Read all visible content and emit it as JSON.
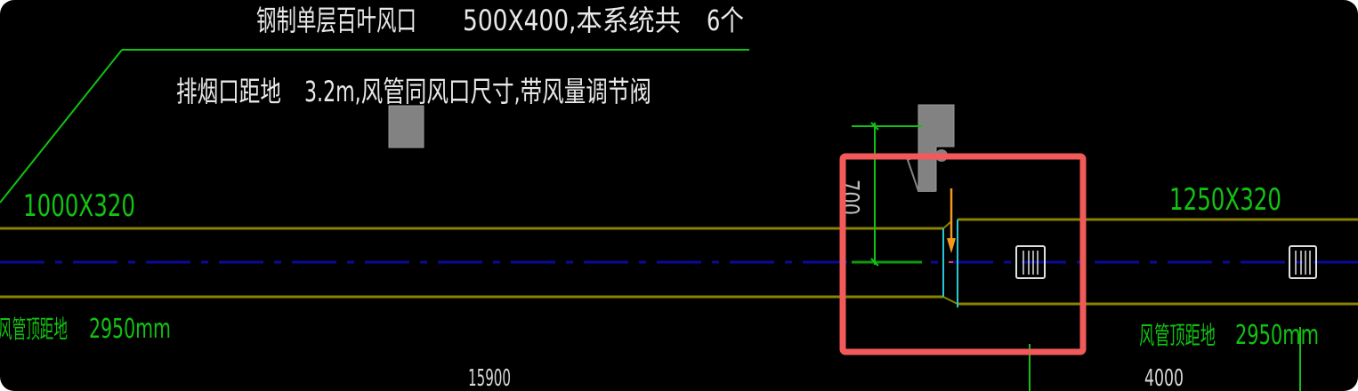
{
  "drawing": {
    "annotation_line1": "钢制单层百叶风口",
    "annotation_line1_size": "500X400,本系统共",
    "annotation_line1_count": "6个",
    "annotation_line2": "排烟口距地",
    "annotation_line2_detail": "3.2m,风管同风口尺寸,带风量调节阀",
    "left_duct_size": "1000X320",
    "right_duct_size": "1250X320",
    "left_duct_height_label": "风管顶距地",
    "left_duct_height_value": "2950mm",
    "right_duct_height_label": "风管顶距地",
    "right_duct_height_value": "2950mm",
    "dimension_left": "15900",
    "dimension_right": "4000",
    "vertical_dimension": "700"
  },
  "highlight": {
    "color": "#f25a5a",
    "label": "transition-fitting-highlight"
  },
  "colors": {
    "background": "#000000",
    "duct_line": "#8a8200",
    "center_line": "#0a0a9c",
    "annotation_green": "#12c212",
    "text_white": "#e8e8e8",
    "grey_block": "#828282",
    "transition_cyan": "#25c8d4",
    "arrow_orange": "#f39a1e"
  }
}
